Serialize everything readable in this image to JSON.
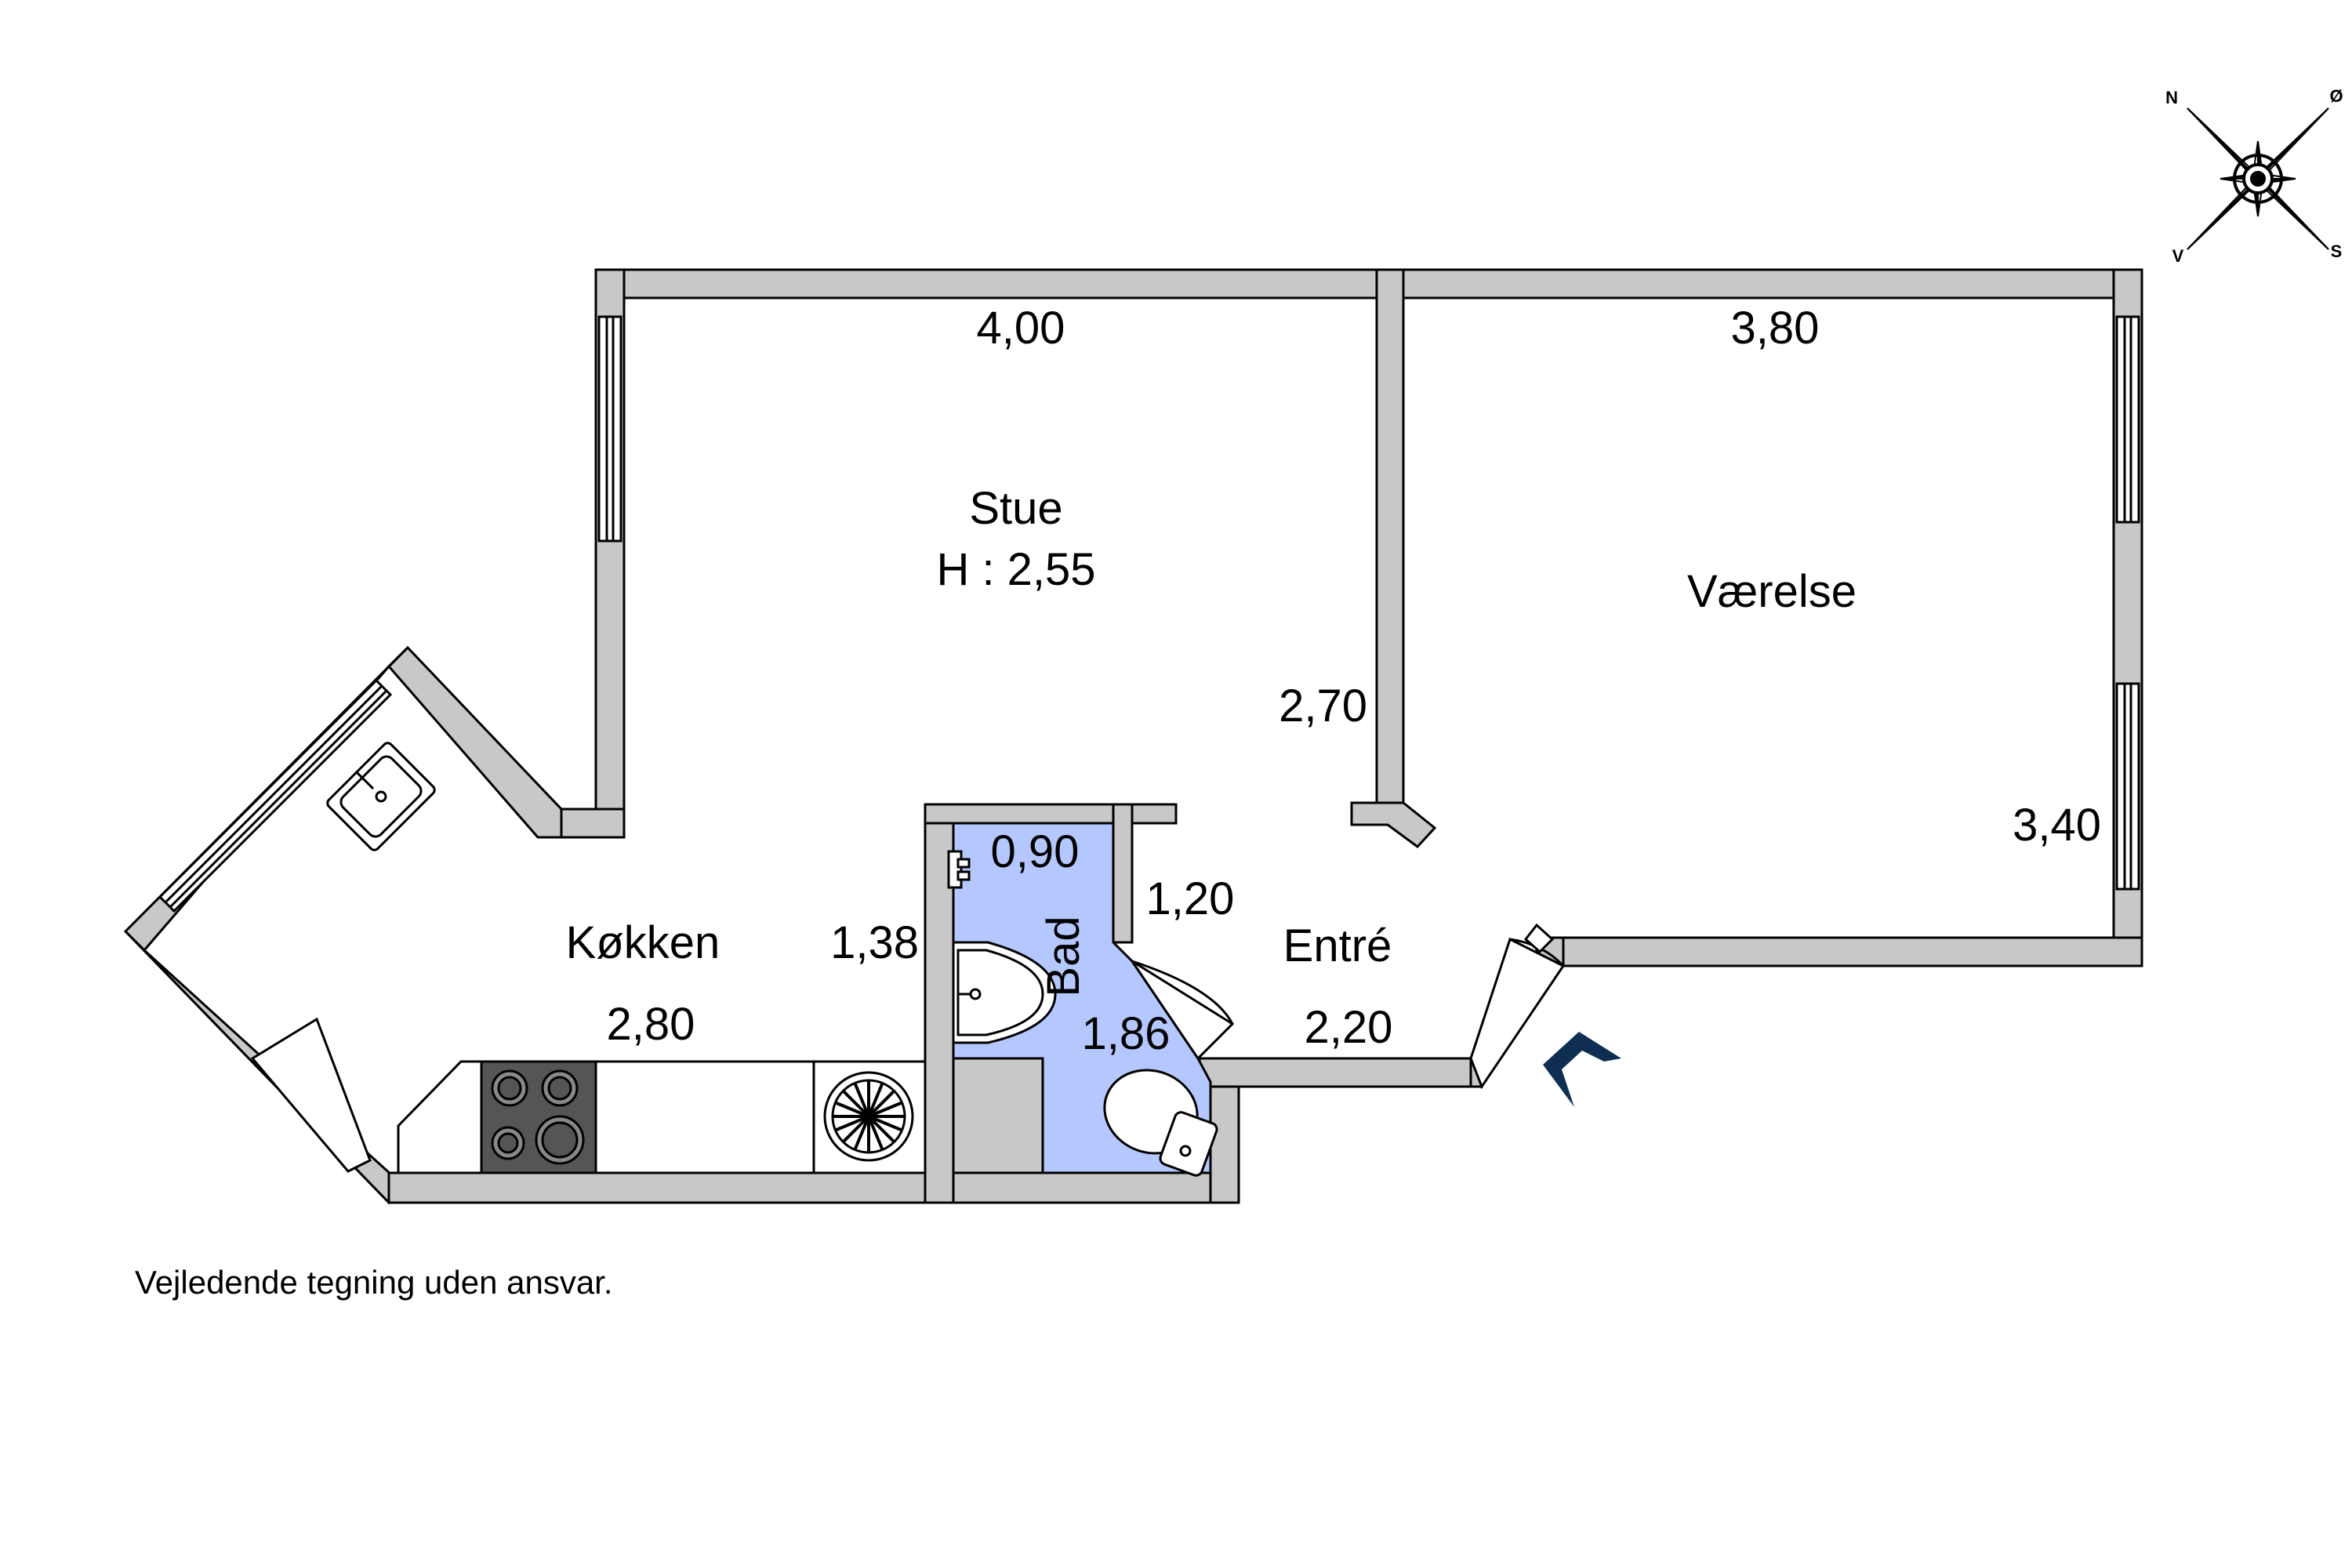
{
  "rooms": {
    "stue": {
      "name": "Stue",
      "height_label": "H : 2,55",
      "width": "4,00",
      "depth": "2,70"
    },
    "vaerelse": {
      "name": "Værelse",
      "width": "3,80",
      "depth": "3,40"
    },
    "koekken": {
      "name": "Køkken",
      "width": "2,80",
      "depth": "1,38"
    },
    "bad": {
      "name": "Bad",
      "width": "0,90",
      "depth": "1,86"
    },
    "entre": {
      "name": "Entré",
      "width": "2,20",
      "depth": "1,20"
    }
  },
  "compass": {
    "n": "N",
    "e": "Ø",
    "s": "S",
    "w": "V"
  },
  "disclaimer": "Vejledende tegning uden ansvar.",
  "colors": {
    "wall": "#c8c8c8",
    "bathroom": "#b4c8ff",
    "entrance_arrow": "#0f2f52",
    "stove": "#555555"
  }
}
